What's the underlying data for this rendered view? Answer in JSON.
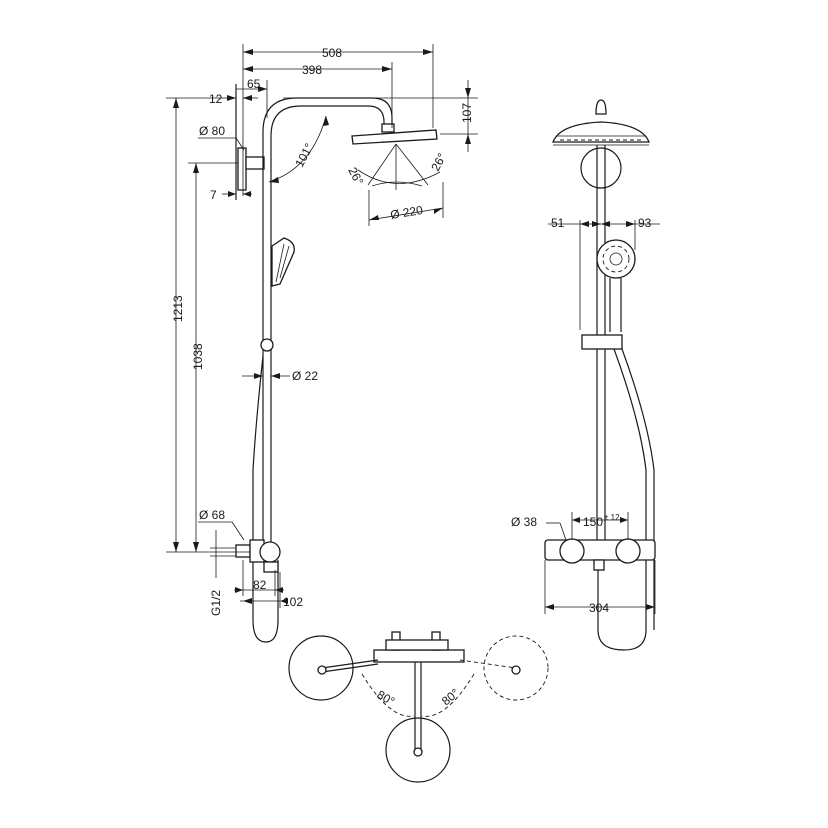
{
  "dims": {
    "d508": "508",
    "d398": "398",
    "d65": "65",
    "d12": "12",
    "d107": "107",
    "d80": "Ø 80",
    "d7": "7",
    "d101": "101°",
    "d26l": "26°",
    "d26r": "26°",
    "d220": "Ø 220",
    "d1213": "1213",
    "d1038": "1038",
    "d22": "Ø 22",
    "d68": "Ø 68",
    "dG": "G1/2",
    "d82": "82",
    "d102": "102",
    "d51": "51",
    "d93": "93",
    "d38": "Ø 38",
    "d150": "150",
    "d150tol": "± 12",
    "d304": "304",
    "d80l": "80°",
    "d80r": "80°"
  }
}
